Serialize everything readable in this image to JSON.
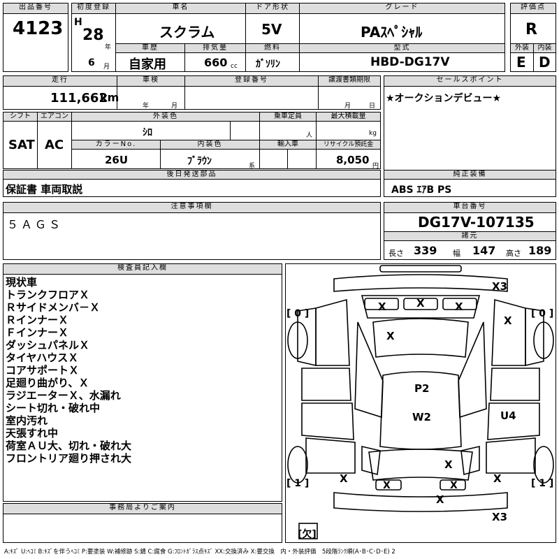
{
  "lot": {
    "label": "出品番号",
    "value": "4123"
  },
  "first_reg": {
    "label": "初度登録",
    "era": "H",
    "year": "28",
    "year_unit": "年",
    "month": "6",
    "month_unit": "月"
  },
  "car_name": {
    "label": "車名",
    "value": "スクラム"
  },
  "door": {
    "label": "ドア形状",
    "value": "5V"
  },
  "grade": {
    "label": "グレード",
    "value": "PAｽﾍﾟｼｬﾙ"
  },
  "score": {
    "label": "評価点",
    "value": "R"
  },
  "history": {
    "label": "車歴",
    "value": "自家用"
  },
  "displacement": {
    "label": "排気量",
    "value": "660",
    "unit": "cc"
  },
  "fuel": {
    "label": "燃料",
    "value": "ｶﾞｿﾘﾝ"
  },
  "model": {
    "label": "型式",
    "value": "HBD-DG17V"
  },
  "exterior_grade": {
    "label": "外装",
    "value": "E"
  },
  "interior_grade": {
    "label": "内装",
    "value": "D"
  },
  "mileage": {
    "label": "走行",
    "value": "111,662",
    "unit": "km"
  },
  "inspection": {
    "label": "車検",
    "year_unit": "年",
    "month_unit": "月"
  },
  "reg_no": {
    "label": "登録番号"
  },
  "transfer": {
    "label": "譲渡書類期限",
    "month_unit": "月",
    "day_unit": "日"
  },
  "sales_point": {
    "label": "セールスポイント",
    "value": "★オークションデビュー★"
  },
  "shift": {
    "label": "シフト",
    "value": "SAT"
  },
  "ac": {
    "label": "エアコン",
    "value": "AC"
  },
  "ext_color": {
    "label": "外装色",
    "value": "ｼﾛ"
  },
  "capacity": {
    "label": "乗車定員",
    "unit": "人"
  },
  "max_load": {
    "label": "最大積載量",
    "unit": "kg"
  },
  "color_no": {
    "label": "カラーNo.",
    "value": "26U"
  },
  "int_color": {
    "label": "内装色",
    "value": "ﾌﾞﾗｳﾝ",
    "unit": "系"
  },
  "import": {
    "label": "輸入車"
  },
  "recycle": {
    "label": "リサイクル預託金",
    "value": "8,050",
    "unit": "円"
  },
  "later_parts": {
    "label": "後日発送部品",
    "value": "保証書 車両取説"
  },
  "equipment": {
    "label": "純正装備",
    "value": "ABS ｴｱB PS"
  },
  "notes": {
    "label": "注意事項欄",
    "value": "５ＡＧＳ"
  },
  "chassis": {
    "label": "車台番号",
    "value": "DG17V-107135"
  },
  "dims": {
    "label": "諸元",
    "length_label": "長さ",
    "length": "339",
    "width_label": "幅",
    "width": "147",
    "height_label": "高さ",
    "height": "189"
  },
  "inspector": {
    "label": "検査員記入欄",
    "lines": [
      "現状車",
      "トランクフロアＸ",
      "Ｒサイドメンバ－Ｘ",
      "ＲインナーＸ",
      "ＦインナーＸ",
      "ダッシュパネルＸ",
      "タイヤハウスＸ",
      "コアサポートＸ",
      "足廻り曲がり、Ｘ",
      "ラジエーターＸ、水漏れ",
      "シート切れ・破れ中",
      "室内汚れ",
      "天張すれ中",
      "荷室ＡＵ大、切れ・破れ大",
      "フロントリア廻り押され大"
    ]
  },
  "office": {
    "label": "事務局よりご案内"
  },
  "diagram": {
    "tire_labels": {
      "fl": "[ 0 ]",
      "fr": "[ 0 ]",
      "rl": "[ 1 ]",
      "rr": "[ 1 ]",
      "spare": "[欠]"
    },
    "marks": {
      "top_right": "X3",
      "bottom_right": "X3",
      "w1": "X",
      "w2": "X",
      "w3": "X",
      "right_front": "X",
      "hood": "X",
      "roof1": "P2",
      "roof2": "W2",
      "side": "U4",
      "rear1": "X",
      "rear2": "X",
      "rear3": "X",
      "rear4": "X",
      "rear5": "X",
      "rear6": "X"
    }
  },
  "legend": "A:ｷｽﾞ U:ﾍｺﾐ B:ｷｽﾞを伴うﾍｺﾐ P:要塗装 W:補修跡 S:錆 C:腐食 G:ﾌﾛﾝﾄｶﾞﾗｽ点ｷｽﾞ XX:交換済み X:要交換　内・外装評価　5段階ﾗﾝｸ順(A･B･C･D･E) 2"
}
